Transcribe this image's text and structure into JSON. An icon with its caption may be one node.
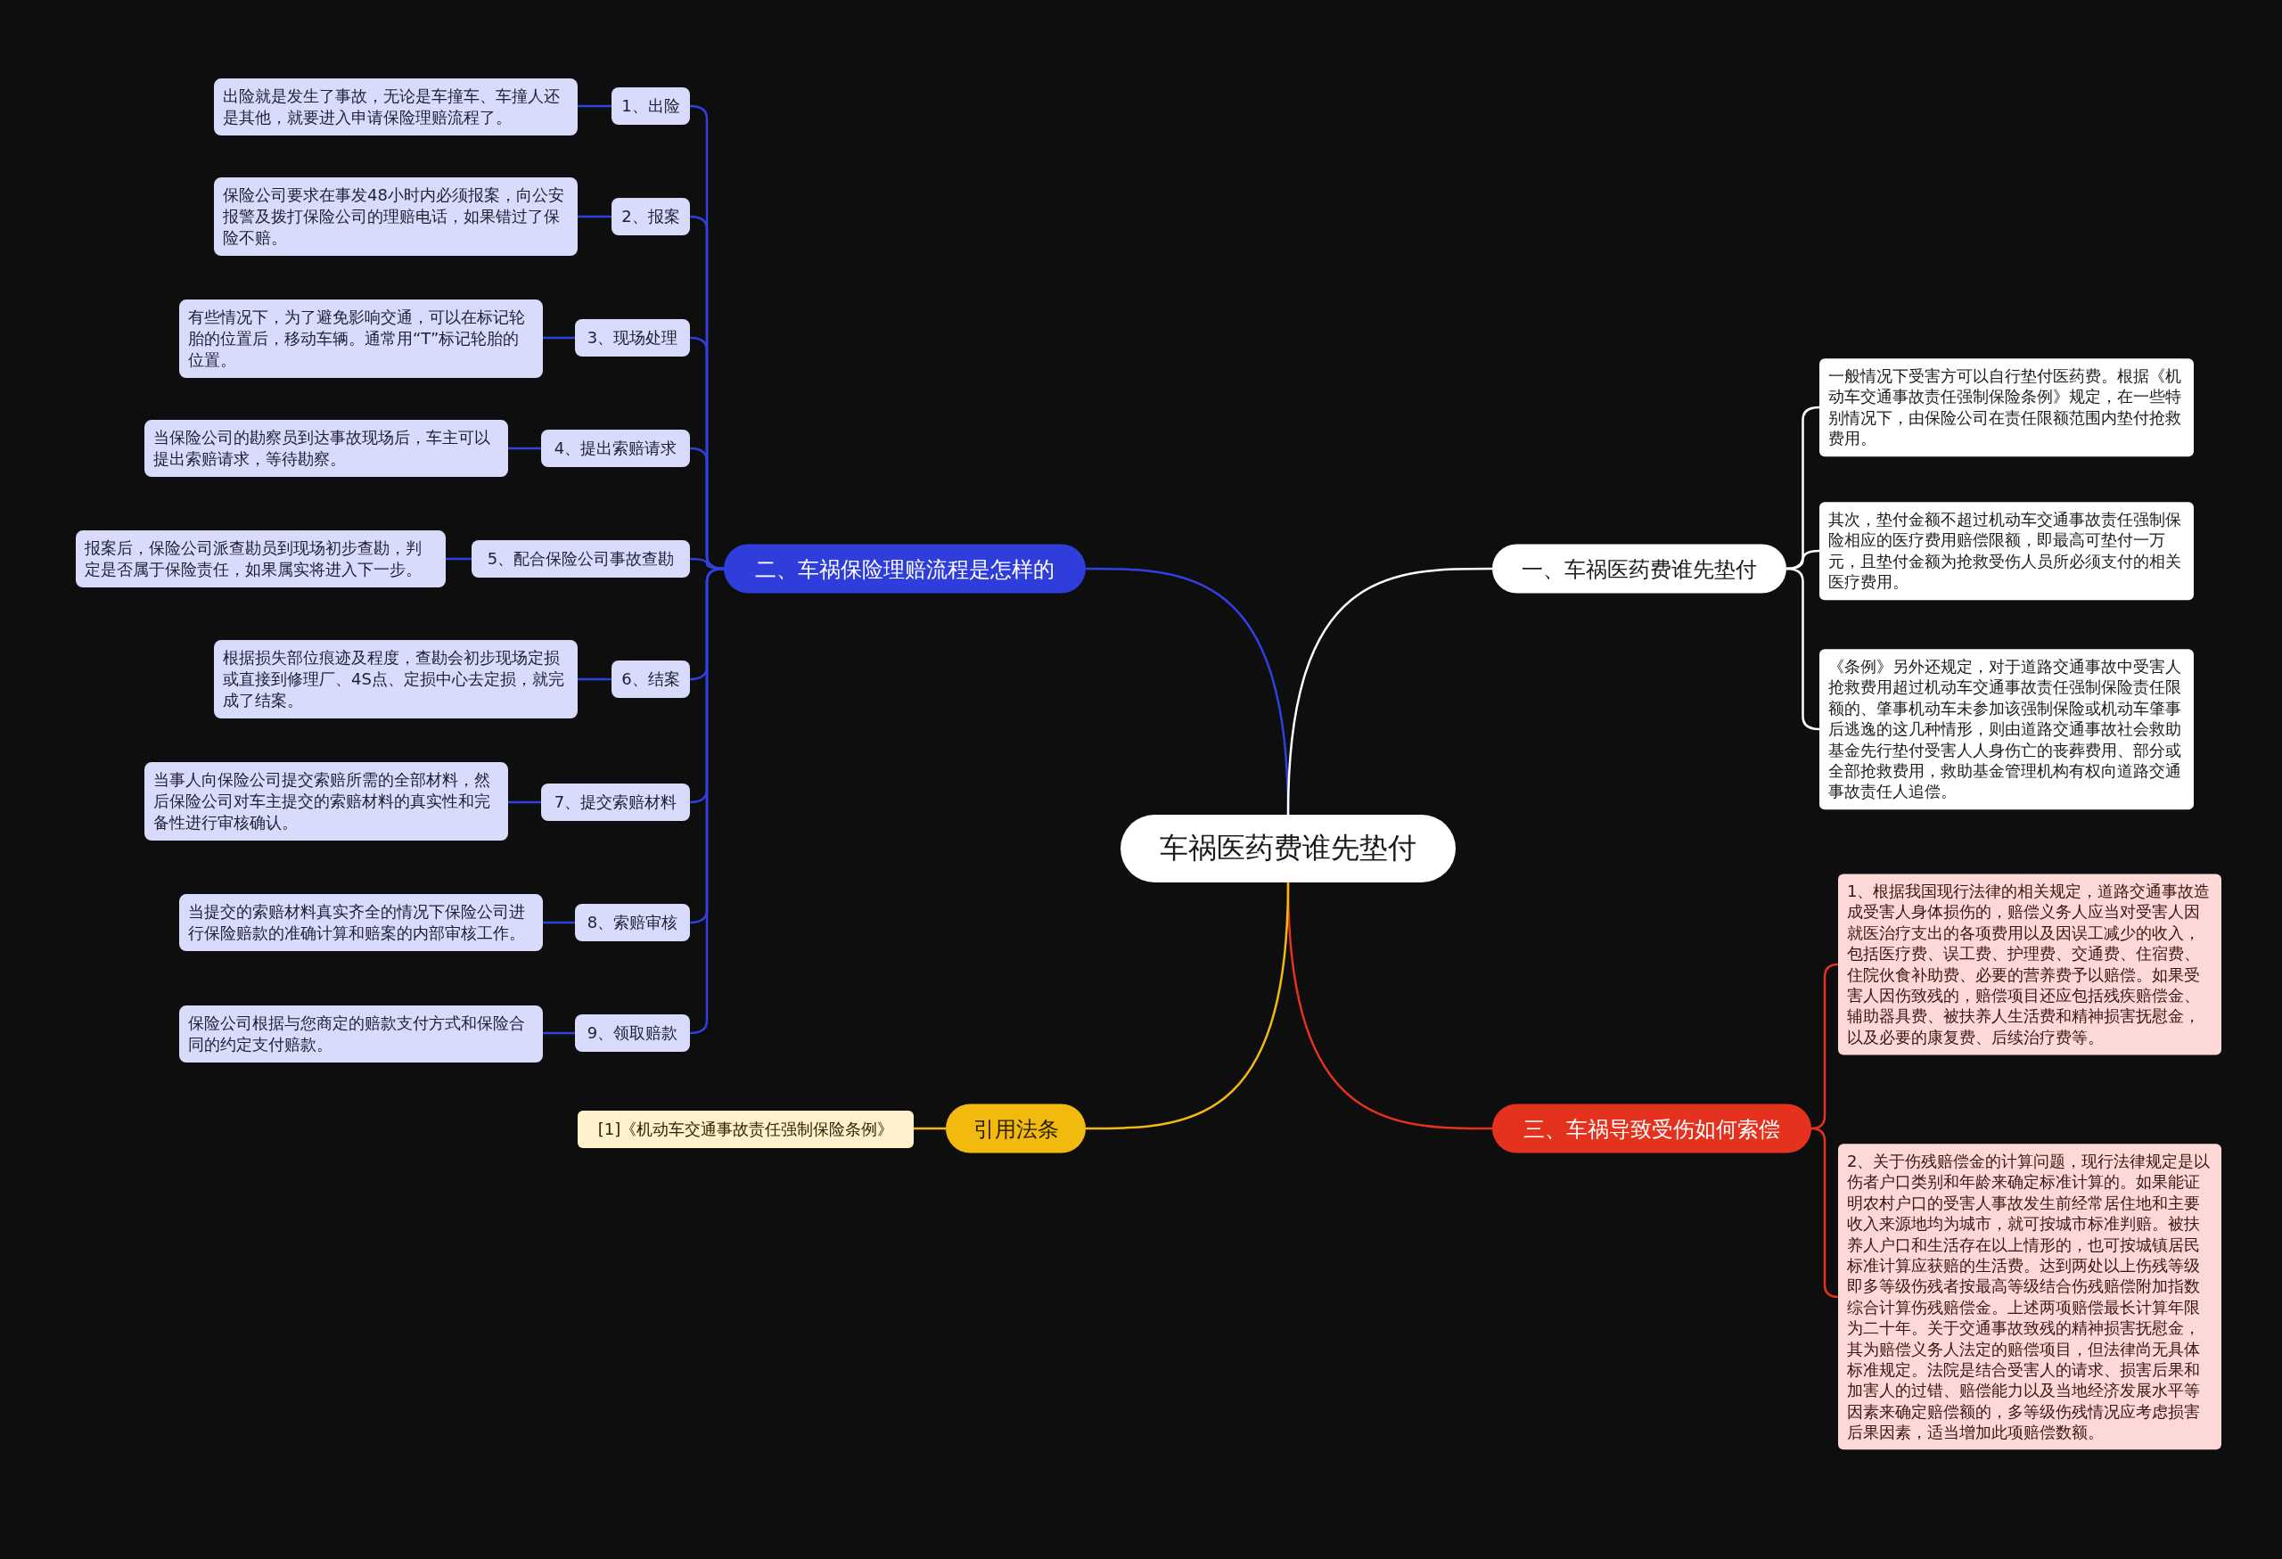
{
  "diagram": {
    "nodes": [
      {
        "text": [
          "车祸医药费谁先垫付"
        ]
      },
      {
        "text": [
          "二、车祸保险理赔流程是怎样的"
        ]
      },
      {
        "text": [
          "1、出险"
        ]
      },
      {
        "text": [
          "出险就是发生了事故，无论是车撞车、车撞人还是其他，就要进入申请保险理赔流程了。"
        ]
      },
      {
        "text": [
          "2、报案"
        ]
      },
      {
        "text": [
          "保险公司要求在事发48小时内必须报案，向公安报警及拨打保险公司的理赔电话，如果错过了保险不赔。"
        ]
      },
      {
        "text": [
          "3、现场处理"
        ]
      },
      {
        "text": [
          "有些情况下，为了避免影响交通，可以在标记轮胎的位置后，移动车辆。通常用“T”标记轮胎的位置。"
        ]
      },
      {
        "text": [
          "4、提出索赔请求"
        ]
      },
      {
        "text": [
          "当保险公司的勘察员到达事故现场后，车主可以提出索赔请求，等待勘察。"
        ]
      },
      {
        "text": [
          "5、配合保险公司事故查勘"
        ]
      },
      {
        "text": [
          "报案后，保险公司派查勘员到现场初步查勘，判定是否属于保险责任，如果属实将进入下一步。"
        ]
      },
      {
        "text": [
          "6、结案"
        ]
      },
      {
        "text": [
          "根据损失部位痕迹及程度，查勘会初步现场定损或直接到修理厂、4S点、定损中心去定损，就完成了结案。"
        ]
      },
      {
        "text": [
          "7、提交索赔材料"
        ]
      },
      {
        "text": [
          "当事人向保险公司提交索赔所需的全部材料，然后保险公司对车主提交的索赔材料的真实性和完备性进行审核确认。"
        ]
      },
      {
        "text": [
          "8、索赔审核"
        ]
      },
      {
        "text": [
          "当提交的索赔材料真实齐全的情况下保险公司进行保险赔款的准确计算和赔案的内部审核工作。"
        ]
      },
      {
        "text": [
          "9、领取赔款"
        ]
      },
      {
        "text": [
          "保险公司根据与您商定的赔款支付方式和保险合同的约定支付赔款。"
        ]
      },
      {
        "text": [
          "一、车祸医药费谁先垫付"
        ]
      },
      {
        "text": [
          "一般情况下受害方可以自行垫付医药费。根据《机动车交通事故责任强制保险条例》规定，在一些特别情况下，由保险公司在责任限额范围内垫付抢救费用。"
        ]
      },
      {
        "text": [
          "其次，垫付金额不超过机动车交通事故责任强制保险相应的医疗费用赔偿限额，即最高可垫付一万元，且垫付金额为抢救受伤人员所必须支付的相关医疗费用。"
        ]
      },
      {
        "text": [
          "《条例》另外还规定，对于道路交通事故中受害人抢救费用超过机动车交通事故责任强制保险责任限额的、肇事机动车未参加该强制保险或机动车肇事后逃逸的这几种情形，则由道路交通事故社会救助基金先行垫付受害人人身伤亡的丧葬费用、部分或全部抢救费用，救助基金管理机构有权向道路交通事故责任人追偿。"
        ]
      },
      {
        "text": [
          "三、车祸导致受伤如何索偿"
        ]
      },
      {
        "text": [
          "1、根据我国现行法律的相关规定，道路交通事故造成受害人身体损伤的，赔偿义务人应当对受害人因就医治疗支出的各项费用以及因误工减少的收入，包括医疗费、误工费、护理费、交通费、住宿费、住院伙食补助费、必要的营养费予以赔偿。如果受害人因伤致残的，赔偿项目还应包括残疾赔偿金、辅助器具费、被扶养人生活费和精神损害抚慰金，以及必要的康复费、后续治疗费等。"
        ]
      },
      {
        "text": [
          "2、关于伤残赔偿金的计算问题，现行法律规定是以伤者户口类别和年龄来确定标准计算的。如果能证明农村户口的受害人事故发生前经常居住地和主要收入来源地均为城市，就可按城市标准判赔。被扶养人户口和生活存在以上情形的，也可按城镇居民标准计算应获赔的生活费。达到两处以上伤残等级即多等级伤残者按最高等级结合伤残赔偿附加指数综合计算伤残赔偿金。上述两项赔偿最长计算年限为二十年。关于交通事故致残的精神损害抚慰金，其为赔偿义务人法定的赔偿项目，但法律尚无具体标准规定。法院是结合受害人的请求、损害后果和加害人的过错、赔偿能力以及当地经济发展水平等因素来确定赔偿额的，多等级伤残情况应考虑损害后果因素，适当增加此项赔偿数额。"
        ]
      },
      {
        "text": [
          "引用法条"
        ]
      },
      {
        "text": [
          "[1]《机动车交通事故责任强制保险条例》"
        ]
      }
    ],
    "edges": [
      {
        "from": 0,
        "to": 1,
        "arrow": "none"
      },
      {
        "from": 1,
        "to": 2,
        "arrow": "none"
      },
      {
        "from": 1,
        "to": 4,
        "arrow": "none"
      },
      {
        "from": 1,
        "to": 6,
        "arrow": "none"
      },
      {
        "from": 1,
        "to": 8,
        "arrow": "none"
      },
      {
        "from": 1,
        "to": 10,
        "arrow": "none"
      },
      {
        "from": 1,
        "to": 12,
        "arrow": "none"
      },
      {
        "from": 1,
        "to": 14,
        "arrow": "none"
      },
      {
        "from": 1,
        "to": 16,
        "arrow": "none"
      },
      {
        "from": 1,
        "to": 18,
        "arrow": "none"
      },
      {
        "from": 2,
        "to": 3,
        "arrow": "none"
      },
      {
        "from": 4,
        "to": 5,
        "arrow": "none"
      },
      {
        "from": 6,
        "to": 7,
        "arrow": "none"
      },
      {
        "from": 8,
        "to": 9,
        "arrow": "none"
      },
      {
        "from": 10,
        "to": 11,
        "arrow": "none"
      },
      {
        "from": 12,
        "to": 13,
        "arrow": "none"
      },
      {
        "from": 14,
        "to": 15,
        "arrow": "none"
      },
      {
        "from": 16,
        "to": 17,
        "arrow": "none"
      },
      {
        "from": 18,
        "to": 19,
        "arrow": "none"
      },
      {
        "from": 0,
        "to": 20,
        "arrow": "none",
        "color": "#ffffff"
      },
      {
        "from": 20,
        "to": 21,
        "arrow": "none",
        "color": "#ffffff"
      },
      {
        "from": 20,
        "to": 22,
        "arrow": "none",
        "color": "#ffffff"
      },
      {
        "from": 20,
        "to": 23,
        "arrow": "none",
        "color": "#ffffff"
      },
      {
        "from": 0,
        "to": 24,
        "arrow": "none",
        "color": "#e5321f"
      },
      {
        "from": 24,
        "to": 25,
        "arrow": "none",
        "color": "#e5321f"
      },
      {
        "from": 24,
        "to": 26,
        "arrow": "none",
        "color": "#e5321f"
      },
      {
        "from": 0,
        "to": 27,
        "arrow": "none",
        "color": "#f2b90f"
      },
      {
        "from": 27,
        "to": 28,
        "arrow": "none",
        "color": "#f2b90f"
      }
    ]
  }
}
